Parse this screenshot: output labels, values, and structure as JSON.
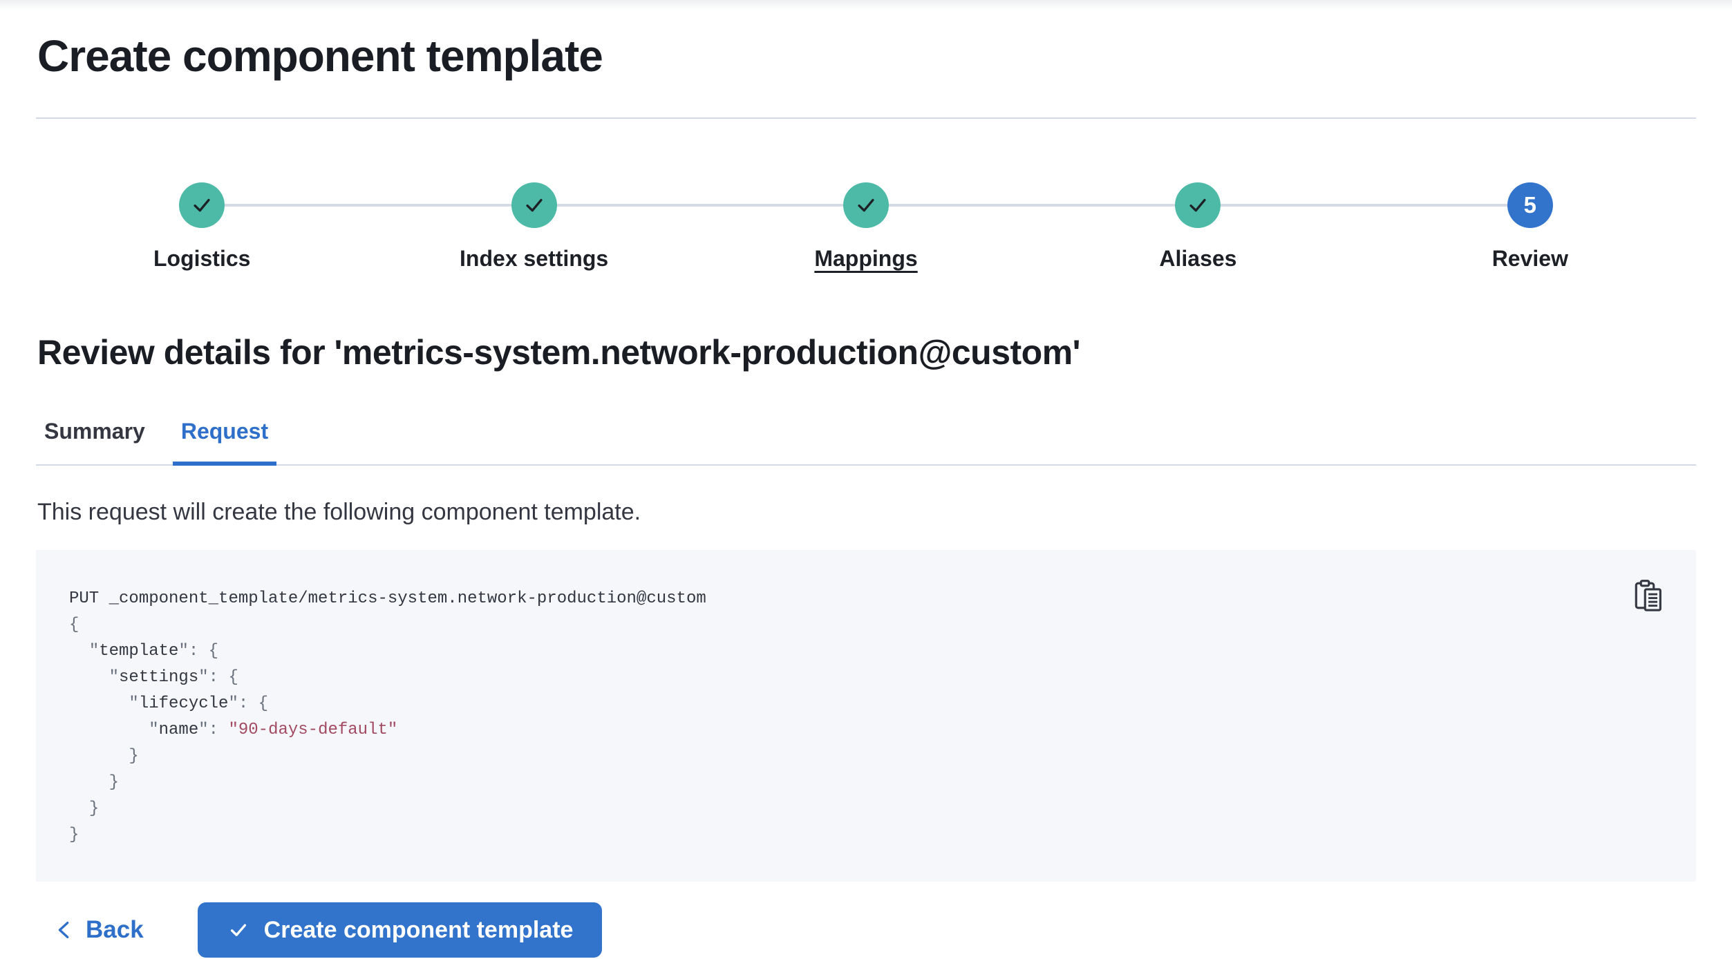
{
  "header": {
    "title": "Create component template"
  },
  "stepper": {
    "steps": [
      {
        "label": "Logistics",
        "status": "complete"
      },
      {
        "label": "Index settings",
        "status": "complete"
      },
      {
        "label": "Mappings",
        "status": "complete",
        "hovered": true
      },
      {
        "label": "Aliases",
        "status": "complete"
      },
      {
        "label": "Review",
        "status": "current",
        "number": "5"
      }
    ]
  },
  "review": {
    "heading": "Review details for 'metrics-system.network-production@custom'",
    "tabs": [
      {
        "label": "Summary",
        "active": false
      },
      {
        "label": "Request",
        "active": true
      }
    ],
    "description": "This request will create the following component template."
  },
  "code": {
    "copy_icon": "clipboard-copy-icon",
    "lines": [
      [
        [
          "t",
          "PUT _component_template/metrics-system.network-production@custom"
        ]
      ],
      [
        [
          "p",
          "{"
        ]
      ],
      [
        [
          "t",
          "  "
        ],
        [
          "p",
          "\""
        ],
        [
          "k",
          "template"
        ],
        [
          "p",
          "\": {"
        ]
      ],
      [
        [
          "t",
          "    "
        ],
        [
          "p",
          "\""
        ],
        [
          "k",
          "settings"
        ],
        [
          "p",
          "\": {"
        ]
      ],
      [
        [
          "t",
          "      "
        ],
        [
          "p",
          "\""
        ],
        [
          "k",
          "lifecycle"
        ],
        [
          "p",
          "\": {"
        ]
      ],
      [
        [
          "t",
          "        "
        ],
        [
          "p",
          "\""
        ],
        [
          "k",
          "name"
        ],
        [
          "p",
          "\": "
        ],
        [
          "s",
          "\"90-days-default\""
        ]
      ],
      [
        [
          "t",
          "      "
        ],
        [
          "p",
          "}"
        ]
      ],
      [
        [
          "t",
          "    "
        ],
        [
          "p",
          "}"
        ]
      ],
      [
        [
          "t",
          "  "
        ],
        [
          "p",
          "}"
        ]
      ],
      [
        [
          "p",
          "}"
        ]
      ]
    ]
  },
  "footer": {
    "back_label": "Back",
    "create_label": "Create component template"
  },
  "icons": {
    "step_complete": "check-icon",
    "back": "chevron-left-icon",
    "create": "check-icon",
    "copy": "clipboard-copy-icon"
  },
  "colors": {
    "primary": "#3273CC",
    "link": "#2E6FC9",
    "success_circle": "#4DBAA8",
    "title_text": "#1A1D23",
    "body_text": "#343741",
    "border": "#D3DAE6",
    "code_background": "#F5F7FA",
    "code_punctuation": "#69707D",
    "code_string": "#A34A63"
  }
}
